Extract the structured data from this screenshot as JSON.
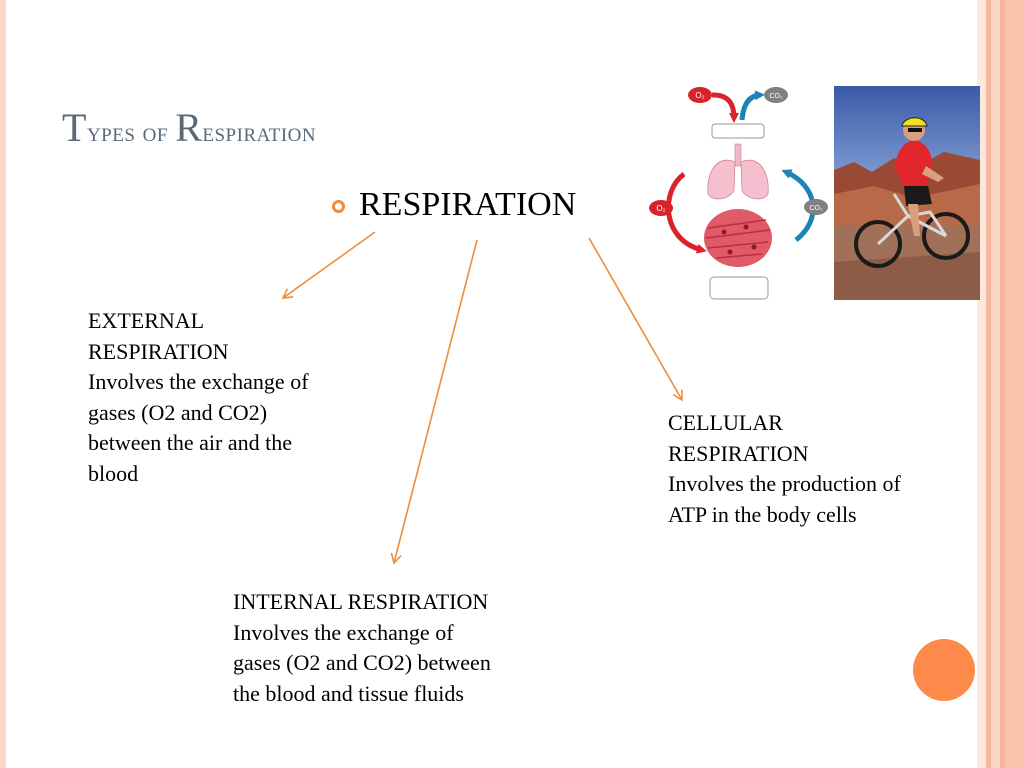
{
  "slide": {
    "title_part1_big": "T",
    "title_part1_small": "ypes of ",
    "title_part2_big": "R",
    "title_part2_small": "espiration",
    "bullet": "RESPIRATION"
  },
  "external": {
    "heading_line1": "EXTERNAL",
    "heading_line2": "RESPIRATION",
    "desc_line1": "Involves the exchange of",
    "desc_line2": "gases (O2 and CO2)",
    "desc_line3": "between the air and the",
    "desc_line4": "blood"
  },
  "internal": {
    "heading": "INTERNAL RESPIRATION",
    "desc_line1": "Involves the exchange of",
    "desc_line2": "gases (O2 and CO2) between",
    "desc_line3": "the blood and tissue fluids"
  },
  "cellular": {
    "heading_line1": "CELLULAR",
    "heading_line2": "RESPIRATION",
    "desc_line1": "Involves the production of",
    "desc_line2": "ATP in the body cells"
  },
  "diagram": {
    "o2_label": "O₂",
    "co2_label": "CO₂"
  },
  "colors": {
    "accent": "#f08d3a",
    "title": "#5a6878",
    "decor_circle": "#fd8a4a",
    "stripe": "#f9c4ae"
  }
}
